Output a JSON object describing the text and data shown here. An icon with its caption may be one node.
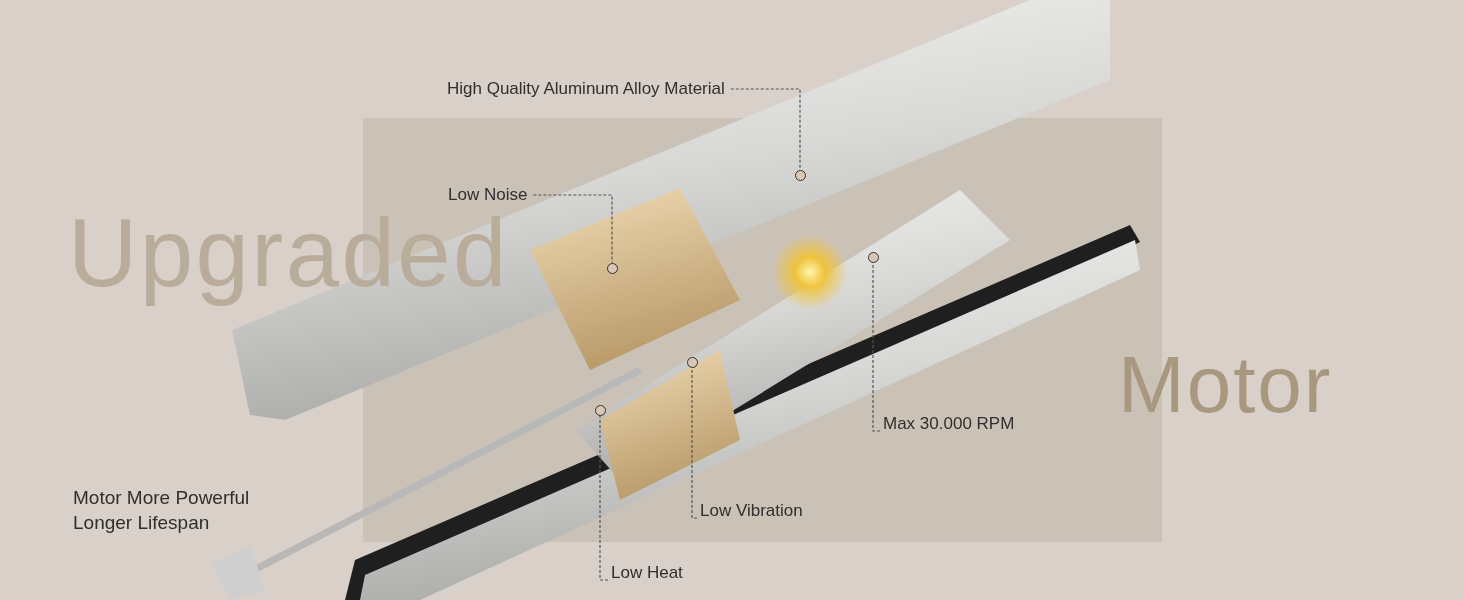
{
  "diagram": {
    "nodes": [
      {
        "text": [
          "High Quality Aluminum Alloy Material"
        ]
      },
      {
        "text": [],
        "shape": "circle"
      },
      {
        "text": [
          "Low Noise"
        ]
      },
      {
        "text": [],
        "shape": "circle"
      },
      {
        "text": [
          "Max 30.000 RPM"
        ]
      },
      {
        "text": [],
        "shape": "circle"
      },
      {
        "text": [
          "Low Vibration"
        ]
      },
      {
        "text": [],
        "shape": "circle"
      },
      {
        "text": [
          "Low Heat"
        ]
      },
      {
        "text": [],
        "shape": "circle"
      }
    ],
    "edges": [
      {
        "from": 0,
        "to": 1,
        "arrow": "none",
        "style": "dashed"
      },
      {
        "from": 2,
        "to": 3,
        "arrow": "none",
        "style": "dashed"
      },
      {
        "from": 4,
        "to": 5,
        "arrow": "none",
        "style": "dashed"
      },
      {
        "from": 6,
        "to": 7,
        "arrow": "none",
        "style": "dashed"
      },
      {
        "from": 8,
        "to": 9,
        "arrow": "none",
        "style": "dashed"
      }
    ],
    "labels": [
      "Upgraded",
      "Motor",
      "Motor More Powerful Longer Lifespan"
    ]
  }
}
